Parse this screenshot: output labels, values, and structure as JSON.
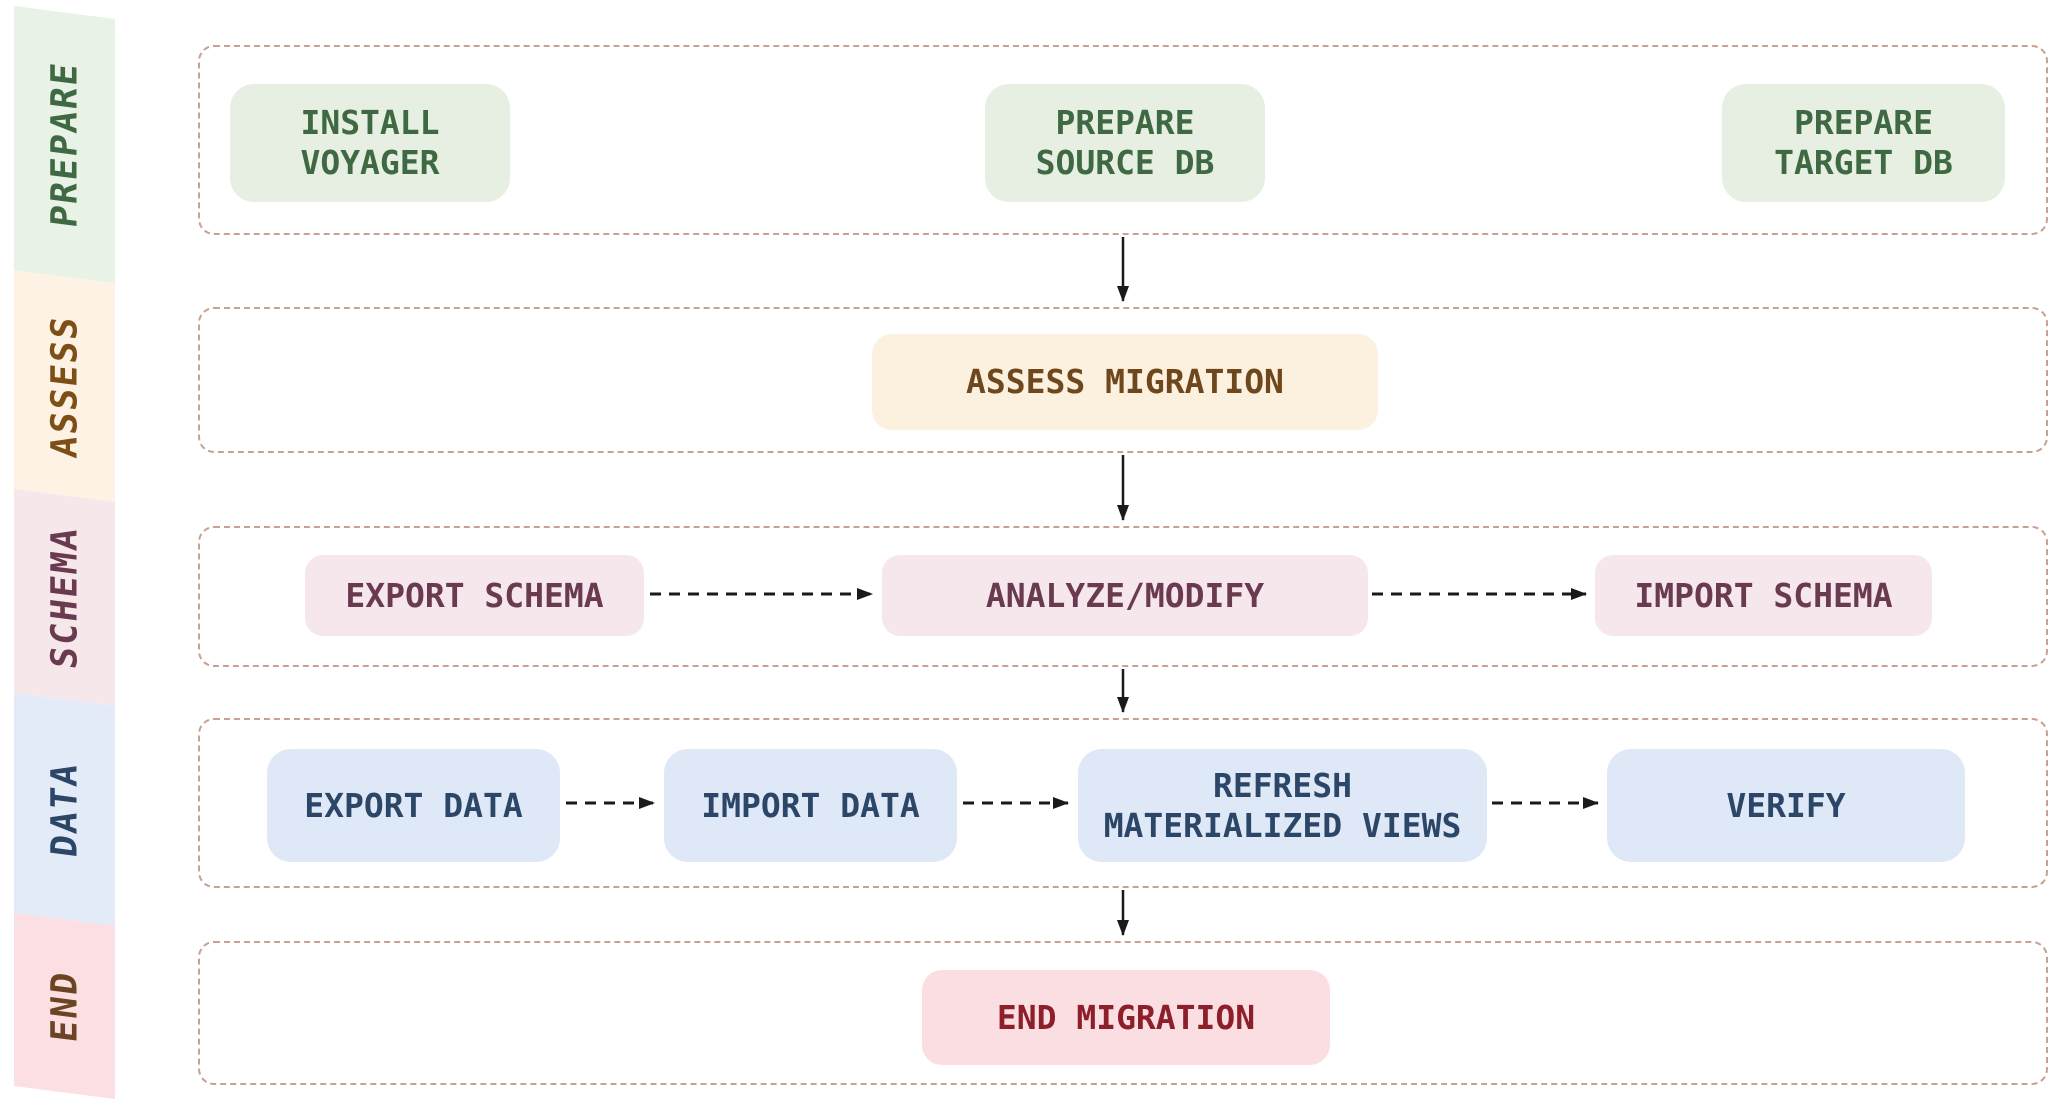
{
  "diagram": {
    "description": "Database migration workflow flowchart with five phases",
    "phase_count": 5
  },
  "colors": {
    "background": "#ffffff",
    "row_border": "#c8a190",
    "arrow": "#1a1a1a",
    "prepare_box_bg": "#e6efe2",
    "prepare_text": "#3e6942",
    "prepare_ribbon_bg": "#e9f2e6",
    "assess_box_bg": "#fcf0de",
    "assess_text": "#6e481c",
    "assess_ribbon_bg": "#fdf2e4",
    "assess_ribbon_text": "#7c4f16",
    "schema_box_bg": "#f5e7ec",
    "schema_text": "#693a50",
    "schema_ribbon_bg": "#f6e8ea",
    "data_box_bg": "#dfe8f7",
    "data_text": "#2c4668",
    "data_ribbon_bg": "#e3ebf8",
    "end_box_bg": "#fbdee1",
    "end_text": "#8c1f2a",
    "end_ribbon_bg": "#fbdfe2",
    "end_ribbon_text": "#6b4423"
  },
  "sidebar": {
    "phases": [
      {
        "id": "prepare",
        "label": "PREPARE"
      },
      {
        "id": "assess",
        "label": "ASSESS"
      },
      {
        "id": "schema",
        "label": "SCHEMA"
      },
      {
        "id": "data",
        "label": "DATA"
      },
      {
        "id": "end",
        "label": "END"
      }
    ]
  },
  "rows": [
    {
      "phase": "PREPARE",
      "boxes": [
        {
          "id": "install-voyager",
          "lines": [
            "INSTALL",
            "VOYAGER"
          ]
        },
        {
          "id": "prepare-source-db",
          "lines": [
            "PREPARE",
            "SOURCE DB"
          ]
        },
        {
          "id": "prepare-target-db",
          "lines": [
            "PREPARE",
            "TARGET DB"
          ]
        }
      ]
    },
    {
      "phase": "ASSESS",
      "boxes": [
        {
          "id": "assess-migration",
          "lines": [
            "ASSESS MIGRATION"
          ]
        }
      ]
    },
    {
      "phase": "SCHEMA",
      "boxes": [
        {
          "id": "export-schema",
          "lines": [
            "EXPORT SCHEMA"
          ]
        },
        {
          "id": "analyze-modify",
          "lines": [
            "ANALYZE/MODIFY"
          ]
        },
        {
          "id": "import-schema",
          "lines": [
            "IMPORT SCHEMA"
          ]
        }
      ]
    },
    {
      "phase": "DATA",
      "boxes": [
        {
          "id": "export-data",
          "lines": [
            "EXPORT DATA"
          ]
        },
        {
          "id": "import-data",
          "lines": [
            "IMPORT DATA"
          ]
        },
        {
          "id": "refresh-materialized-views",
          "lines": [
            "REFRESH",
            "MATERIALIZED VIEWS"
          ]
        },
        {
          "id": "verify",
          "lines": [
            "VERIFY"
          ]
        }
      ]
    },
    {
      "phase": "END",
      "boxes": [
        {
          "id": "end-migration",
          "lines": [
            "END MIGRATION"
          ]
        }
      ]
    }
  ],
  "edges": {
    "vertical_solid": [
      {
        "from": "PREPARE SOURCE DB",
        "to": "ASSESS MIGRATION"
      },
      {
        "from": "ASSESS MIGRATION",
        "to": "ANALYZE/MODIFY"
      },
      {
        "from": "ANALYZE/MODIFY",
        "to": "REFRESH MATERIALIZED VIEWS"
      },
      {
        "from": "REFRESH MATERIALIZED VIEWS",
        "to": "END MIGRATION"
      }
    ],
    "horizontal_dashed": [
      {
        "from": "EXPORT SCHEMA",
        "to": "ANALYZE/MODIFY"
      },
      {
        "from": "ANALYZE/MODIFY",
        "to": "IMPORT SCHEMA"
      },
      {
        "from": "EXPORT DATA",
        "to": "IMPORT DATA"
      },
      {
        "from": "IMPORT DATA",
        "to": "REFRESH MATERIALIZED VIEWS"
      },
      {
        "from": "REFRESH MATERIALIZED VIEWS",
        "to": "VERIFY"
      }
    ]
  }
}
